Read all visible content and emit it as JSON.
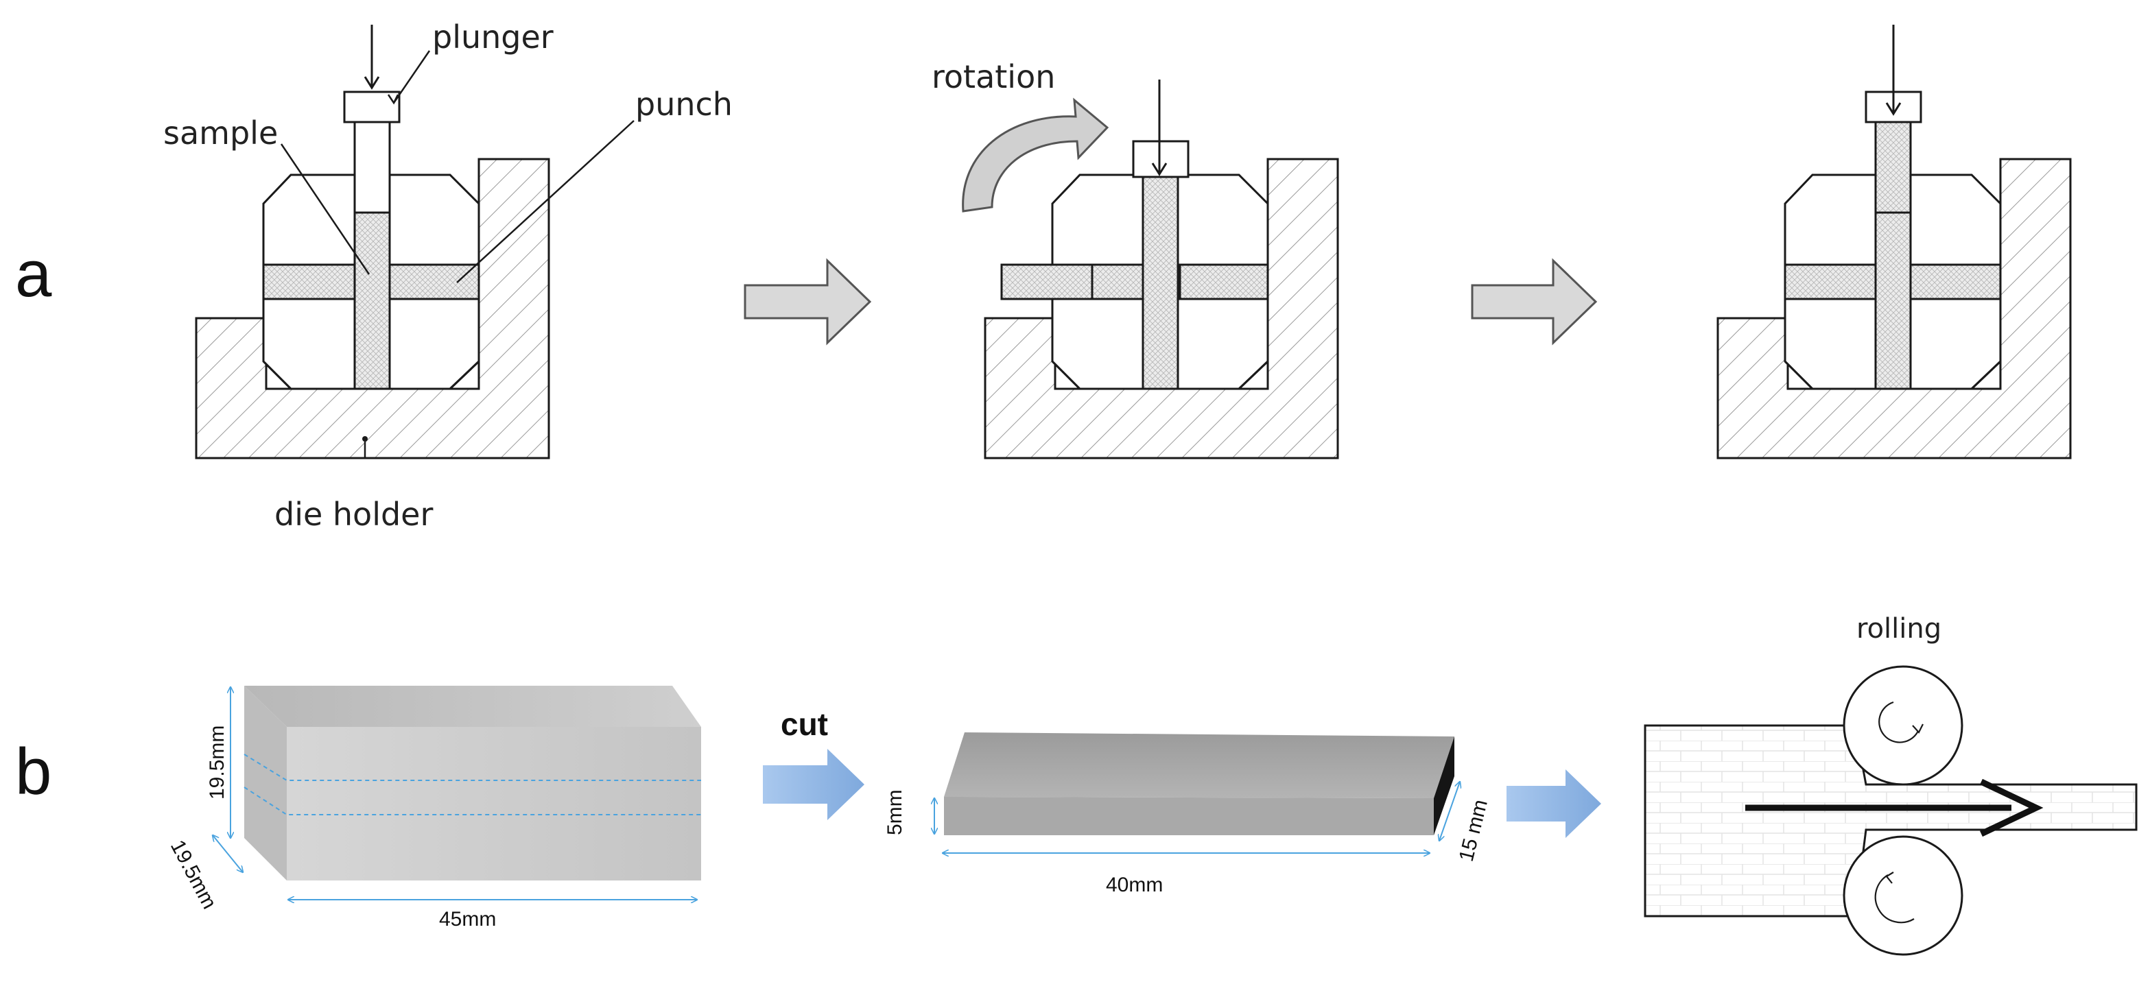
{
  "panel_a": {
    "letter": "a",
    "labels": {
      "plunger": "plunger",
      "sample": "sample",
      "punch": "punch",
      "die_holder": "die holder",
      "rotation": "rotation"
    }
  },
  "panel_b": {
    "letter": "b",
    "dims": {
      "height": "19.5mm",
      "depth": "19.5mm",
      "length": "45mm",
      "plate_thickness": "5mm",
      "plate_length": "40mm",
      "plate_width": "15 mm"
    },
    "cut": "cut",
    "rolling": "rolling"
  },
  "colors": {
    "line": "#1a1a1a",
    "hatch": "#9a9a9a",
    "gray_arrow": "#d9d9d9",
    "blue_arrow": "#8db4e2",
    "dim_blue": "#4aa3df",
    "block_front": "#cfcfcf",
    "block_top": "#a6a6a6"
  },
  "icons": [
    "right-arrow-icon",
    "curved-rotation-arrow-icon",
    "rotation-circle-icon"
  ]
}
